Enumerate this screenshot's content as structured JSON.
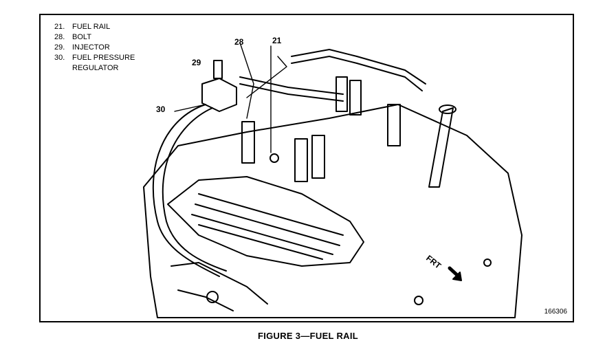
{
  "legend": [
    {
      "num": "21.",
      "label": "FUEL RAIL"
    },
    {
      "num": "28.",
      "label": "BOLT"
    },
    {
      "num": "29.",
      "label": "INJECTOR"
    },
    {
      "num": "30.",
      "label": "FUEL PRESSURE",
      "cont": "REGULATOR"
    }
  ],
  "callouts": {
    "c21": "21",
    "c28": "28",
    "c29": "29",
    "c30": "30"
  },
  "direction_label": "FRT",
  "figure_number": "166306",
  "caption": "FIGURE 3—FUEL RAIL"
}
